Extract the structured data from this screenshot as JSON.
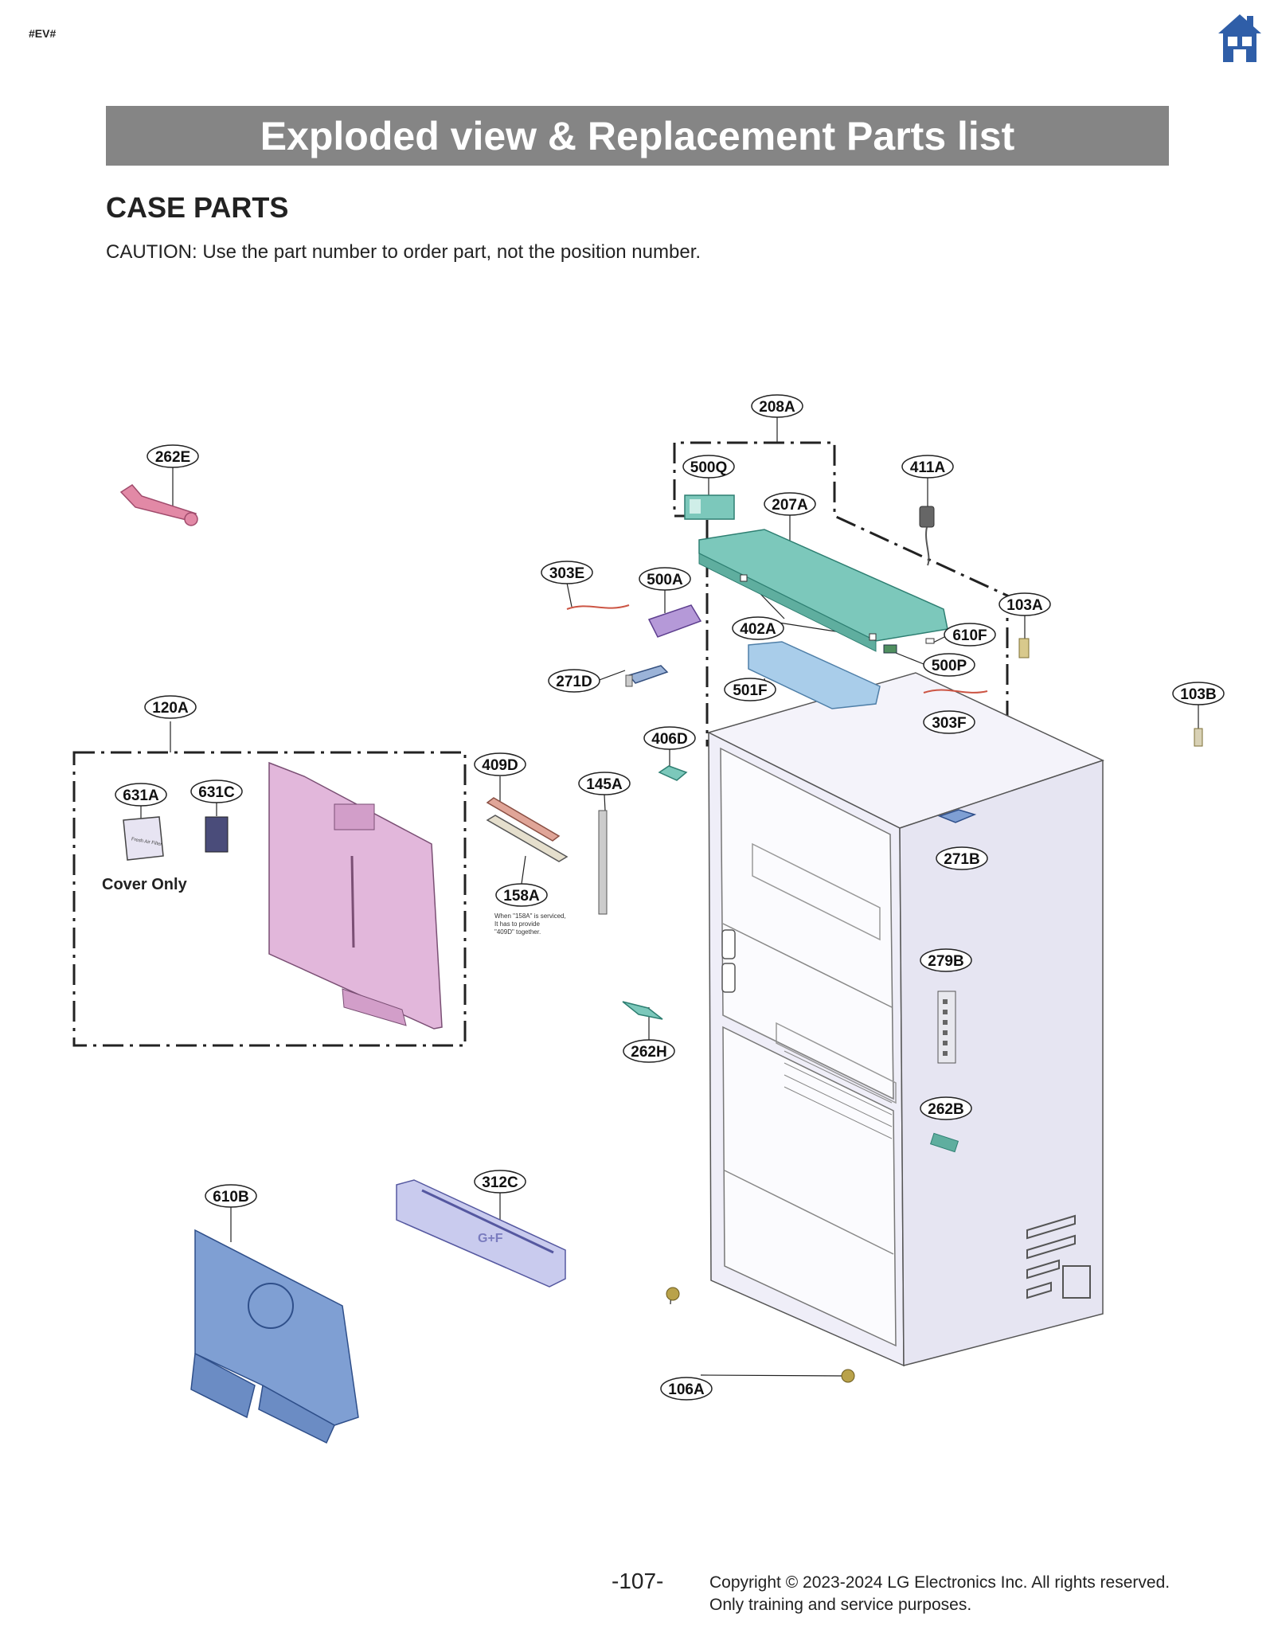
{
  "page": {
    "corner_mark": "#EV#",
    "title": "Exploded view & Replacement Parts list",
    "section": "CASE PARTS",
    "caution": "CAUTION: Use the part number to order part, not the position number.",
    "page_number": "-107-",
    "copyright_line1": "Copyright © 2023-2024 LG Electronics Inc. All rights reserved.",
    "copyright_line2": "Only training and service purposes."
  },
  "icons": {
    "home": "home-icon"
  },
  "colors": {
    "title_bar": "#858585",
    "home_icon": "#2f5ea8",
    "door_pink": "#e2b7db",
    "pcb_teal": "#7cc8bb",
    "cover_blue": "#a9cdea",
    "fan_blue": "#7f9fd3",
    "drawer_lavender": "#c9cbee",
    "cabinet": "#ecebf6",
    "wrench": "#e289a6"
  },
  "diagram": {
    "labels": {
      "p208A": "208A",
      "p262E": "262E",
      "p500Q": "500Q",
      "p411A": "411A",
      "p207A": "207A",
      "p303E": "303E",
      "p500A": "500A",
      "p103A": "103A",
      "p402A": "402A",
      "p610F": "610F",
      "p500P": "500P",
      "p271D": "271D",
      "p501F": "501F",
      "p120A": "120A",
      "p103B": "103B",
      "p303F": "303F",
      "p406D": "406D",
      "p409D": "409D",
      "p145A": "145A",
      "p631A": "631A",
      "p631C": "631C",
      "p271B": "271B",
      "p158A": "158A",
      "p279B": "279B",
      "p262H": "262H",
      "p262B": "262B",
      "p312C": "312C",
      "p610B": "610B",
      "p106A": "106A"
    },
    "cover_only": "Cover Only",
    "note_158a": [
      "When \"158A\" is serviced,",
      "It has to provide",
      "\"409D\" together."
    ],
    "filter_cover_text": "Fresh Air Filter",
    "drawer_logo": "G+F"
  }
}
